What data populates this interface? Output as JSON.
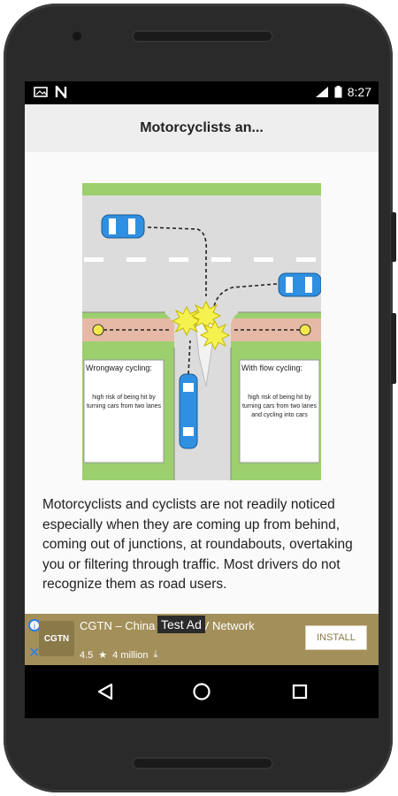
{
  "status_bar": {
    "time": "8:27",
    "left_icons": [
      "photo-icon",
      "n-icon"
    ],
    "right_icons": [
      "signal-icon",
      "battery-icon"
    ]
  },
  "app_bar": {
    "title": "Motorcyclists an..."
  },
  "illustration": {
    "left_label_title": "Wrongway cycling:",
    "left_label_text": "high risk of being hit by turning cars from two lanes",
    "right_label_title": "With flow cycling:",
    "right_label_text": "high risk of being hit by turning cars from two lanes and cycling into cars"
  },
  "body": {
    "text": "Motorcyclists and cyclists are not readily noticed especially when they are coming up from behind, coming out of junctions, at roundabouts, overtaking you or filtering through traffic. Most drivers do not recognize them as road users."
  },
  "ad": {
    "badge": "Test Ad",
    "logo_text": "CGTN",
    "title": "CGTN – China Global TV Network",
    "rating": "4.5",
    "downloads": "4 million",
    "install_label": "INSTALL",
    "colors": {
      "background": "#a38f5a",
      "adchoices": "#2b7de9"
    }
  },
  "nav": {
    "buttons": [
      "back-icon",
      "home-icon",
      "recents-icon"
    ]
  }
}
